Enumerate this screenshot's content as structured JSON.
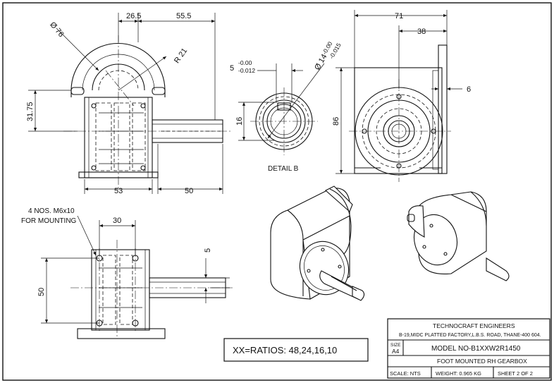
{
  "dimensions": {
    "dia_76": "Ø 76",
    "d26_5": "26.5",
    "d55_5": "55.5",
    "r21": "R 21",
    "d31_75": "31.75",
    "d53": "53",
    "d50_shaft": "50",
    "d5_tol_main": "5",
    "d5_tol_upper": "-0.00",
    "d5_tol_lower": "-0.012",
    "dia_14": "Ø 14",
    "dia_14_tol_upper": "-0.00",
    "dia_14_tol_lower": "-0.015",
    "d16": "16",
    "d71": "71",
    "d38": "38",
    "d6": "6",
    "d86": "86",
    "d30": "30",
    "d50_height": "50",
    "d5_side": "5"
  },
  "labels": {
    "detail_b": "DETAIL B",
    "mounting_line1": "4 NOS. M6x10",
    "mounting_line2": "FOR MOUNTING",
    "ratios": "XX=RATIOS: 48,24,16,10"
  },
  "title_block": {
    "company": "TECHNOCRAFT ENGINEERS",
    "address": "B-19,MIDC PLATTED FACTORY,L.B.S. ROAD, THANE-400 604.",
    "size_label": "SIZE",
    "size_value": "A4",
    "model": "MODEL NO-B1XXW2R1450",
    "description": "FOOT MOUNTED RH GEARBOX",
    "scale": "SCALE: NTS",
    "weight": "WEIGHT: 0.965 KG",
    "sheet": "SHEET 2 OF 2"
  }
}
